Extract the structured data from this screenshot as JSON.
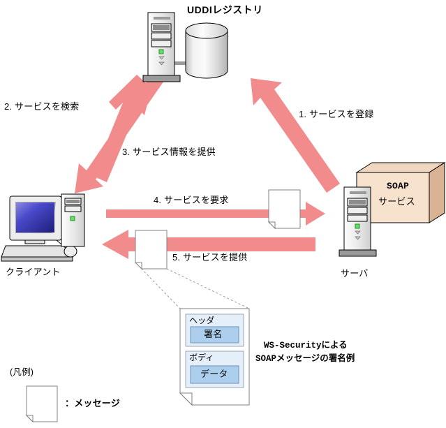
{
  "diagram": {
    "title_uddi": "UDDIレジストリ",
    "nodes": [
      {
        "id": "uddi-registry",
        "label": "UDDIレジストリ",
        "type": "server-with-database"
      },
      {
        "id": "client",
        "label": "クライアント",
        "type": "desktop-computer"
      },
      {
        "id": "server",
        "label": "サーバ",
        "type": "server-tower"
      },
      {
        "id": "soap-service",
        "label_line1": "SOAP",
        "label_line2": "サービス",
        "type": "3d-box"
      }
    ],
    "flows": [
      {
        "num": 1,
        "label": "1. サービスを登録",
        "from": "server",
        "to": "uddi-registry"
      },
      {
        "num": 2,
        "label": "2. サービスを検索",
        "from": "client",
        "to": "uddi-registry"
      },
      {
        "num": 3,
        "label": "3. サービス情報を提供",
        "from": "uddi-registry",
        "to": "client"
      },
      {
        "num": 4,
        "label": "4. サービスを要求",
        "from": "client",
        "to": "server"
      },
      {
        "num": 5,
        "label": "5. サービスを提供",
        "from": "server",
        "to": "client"
      }
    ],
    "message_detail": {
      "header_label": "ヘッダ",
      "header_inner": "署名",
      "body_label": "ボディ",
      "body_inner": "データ",
      "caption_line1": "WS-Securityによる",
      "caption_line2": "SOAPメッセージの署名例"
    },
    "legend": {
      "title": "(凡例)",
      "item_label": "：メッセージ"
    },
    "colors": {
      "arrow": "#F28C8C",
      "soap_box_front": "#F7E2CE",
      "soap_box_top": "#EFD6BE",
      "soap_box_side": "#D9B394",
      "detail_outer": "#E4EFFA",
      "detail_inner": "#ADCFEE",
      "case_light": "#EDEDED",
      "case_mid": "#D4D4D4",
      "case_dark": "#8C8C8C",
      "led_green": "#5FE05F",
      "screen_blue": "#3A3ABF",
      "outline": "#000000",
      "dotted": "#999999"
    }
  }
}
